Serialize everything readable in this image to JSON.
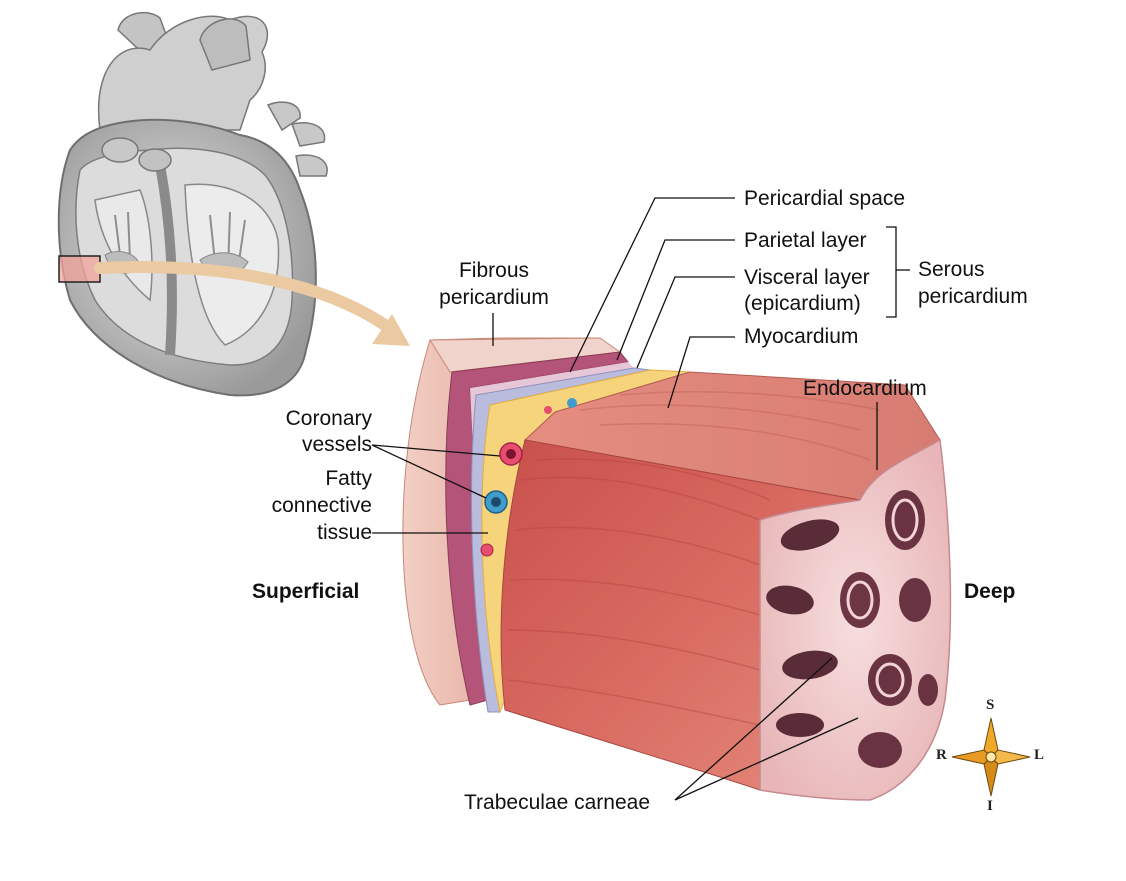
{
  "labels": {
    "pericardial_space": "Pericardial space",
    "parietal_layer": "Parietal layer",
    "visceral_layer": "Visceral layer",
    "epicardium": "(epicardium)",
    "serous_1": "Serous",
    "serous_2": "pericardium",
    "myocardium": "Myocardium",
    "fibrous_1": "Fibrous",
    "fibrous_2": "pericardium",
    "endocardium": "Endocardium",
    "coronary_1": "Coronary",
    "coronary_2": "vessels",
    "fatty_1": "Fatty",
    "fatty_2": "connective",
    "fatty_3": "tissue",
    "superficial": "Superficial",
    "deep": "Deep",
    "trabeculae": "Trabeculae carneae"
  },
  "compass": {
    "north": "S",
    "south": "I",
    "west": "R",
    "east": "L"
  },
  "colors": {
    "heart_gray": "#b9b9b9",
    "arrow": "#e9c9a0",
    "fibrous": "#e8a898",
    "parietal": "#c06080",
    "visceral": "#b5b8d8",
    "fat": "#f5d27a",
    "myocardium": "#d8645a",
    "endocardium": "#f0c8c8"
  }
}
